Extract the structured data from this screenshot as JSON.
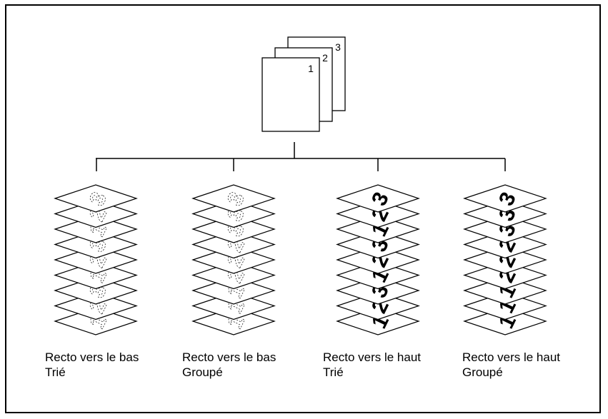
{
  "original": {
    "page_numbers": [
      "1",
      "2",
      "3"
    ]
  },
  "outputs": [
    {
      "label_line1": "Recto vers le bas",
      "label_line2": "Trié",
      "orientation": "face-down",
      "order": [
        "3",
        "2",
        "1",
        "3",
        "2",
        "1",
        "3",
        "2",
        "1"
      ]
    },
    {
      "label_line1": "Recto vers le bas",
      "label_line2": "Groupé",
      "orientation": "face-down",
      "order": [
        "3",
        "3",
        "3",
        "2",
        "2",
        "2",
        "1",
        "1",
        "1"
      ]
    },
    {
      "label_line1": "Recto vers le haut",
      "label_line2": "Trié",
      "orientation": "face-up",
      "order": [
        "3",
        "2",
        "1",
        "3",
        "2",
        "1",
        "3",
        "2",
        "1"
      ]
    },
    {
      "label_line1": "Recto vers le haut",
      "label_line2": "Groupé",
      "orientation": "face-up",
      "order": [
        "3",
        "3",
        "3",
        "2",
        "2",
        "2",
        "1",
        "1",
        "1"
      ]
    }
  ]
}
